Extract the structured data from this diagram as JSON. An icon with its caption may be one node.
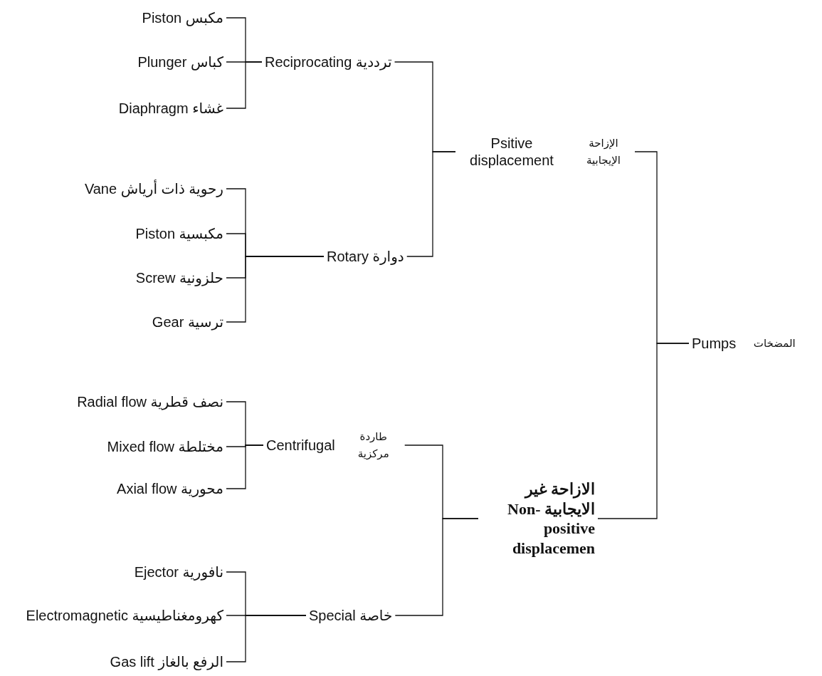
{
  "diagram": {
    "nodes": [
      {
        "text": [
          "Piston مكبس"
        ]
      },
      {
        "text": [
          "Plunger كباس"
        ]
      },
      {
        "text": [
          "Diaphragm غشاء"
        ]
      },
      {
        "text": [
          "Reciprocating ترددية"
        ]
      },
      {
        "text": [
          "الإزاحة الإيجابية",
          "Psitive displacement"
        ]
      },
      {
        "text": [
          "Vane رحوية ذات أرياش"
        ]
      },
      {
        "text": [
          "Piston مكبسية"
        ]
      },
      {
        "text": [
          "Screw حلزونية"
        ]
      },
      {
        "text": [
          "Gear ترسية"
        ]
      },
      {
        "text": [
          "Rotary دوارة"
        ]
      },
      {
        "text": [
          "المضخات",
          "Pumps"
        ]
      },
      {
        "text": [
          "Radial flow نصف قطرية"
        ]
      },
      {
        "text": [
          "Mixed flow مختلطة"
        ]
      },
      {
        "text": [
          "Axial flow محورية"
        ]
      },
      {
        "text": [
          "طاردة مركزية",
          "Centrifugal"
        ]
      },
      {
        "text": [
          "الازاحة غير الايجابية -Non positive displacemen"
        ]
      },
      {
        "text": [
          "Ejector نافورية"
        ]
      },
      {
        "text": [
          "Electromagnetic كهرومغناطيسية"
        ]
      },
      {
        "text": [
          "Gas lift الرفع بالغاز"
        ]
      },
      {
        "text": [
          "Special خاصة"
        ]
      }
    ],
    "edges": [
      {
        "from": 0,
        "to": 3,
        "arrow": "none"
      },
      {
        "from": 1,
        "to": 3,
        "arrow": "none"
      },
      {
        "from": 2,
        "to": 3,
        "arrow": "none"
      },
      {
        "from": 3,
        "to": 4,
        "arrow": "none"
      },
      {
        "from": 9,
        "to": 4,
        "arrow": "none"
      },
      {
        "from": 5,
        "to": 9,
        "arrow": "none"
      },
      {
        "from": 6,
        "to": 9,
        "arrow": "none"
      },
      {
        "from": 7,
        "to": 9,
        "arrow": "none"
      },
      {
        "from": 8,
        "to": 9,
        "arrow": "none"
      },
      {
        "from": 4,
        "to": 10,
        "arrow": "none"
      },
      {
        "from": 15,
        "to": 10,
        "arrow": "none"
      },
      {
        "from": 11,
        "to": 14,
        "arrow": "none"
      },
      {
        "from": 12,
        "to": 14,
        "arrow": "none"
      },
      {
        "from": 13,
        "to": 14,
        "arrow": "none"
      },
      {
        "from": 14,
        "to": 15,
        "arrow": "none"
      },
      {
        "from": 19,
        "to": 15,
        "arrow": "none"
      },
      {
        "from": 16,
        "to": 19,
        "arrow": "none"
      },
      {
        "from": 17,
        "to": 19,
        "arrow": "none"
      },
      {
        "from": 18,
        "to": 19,
        "arrow": "none"
      }
    ]
  }
}
